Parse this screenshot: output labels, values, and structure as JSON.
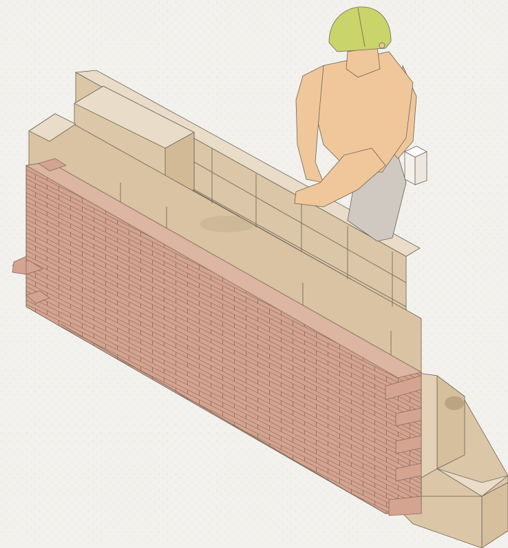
{
  "illustration": {
    "subject": "",
    "elements": [
      "hard-hat",
      "worker",
      "concrete-block-wall",
      "brick-veneer-wall",
      "foundation-footing",
      "block-being-placed"
    ]
  },
  "colors": {
    "background": "#f3f1ed",
    "block_top": "#e9dcc8",
    "block_side": "#dbc6a7",
    "block_front": "#d6bf9d",
    "brick": "#d4a490",
    "brick_top": "#dcb5a3",
    "brick_line": "#8a6a5c",
    "skin": "#f0c79a",
    "hardhat": "#c9d46a",
    "pants": "#cfc9c1",
    "outline": "#6b6256"
  }
}
